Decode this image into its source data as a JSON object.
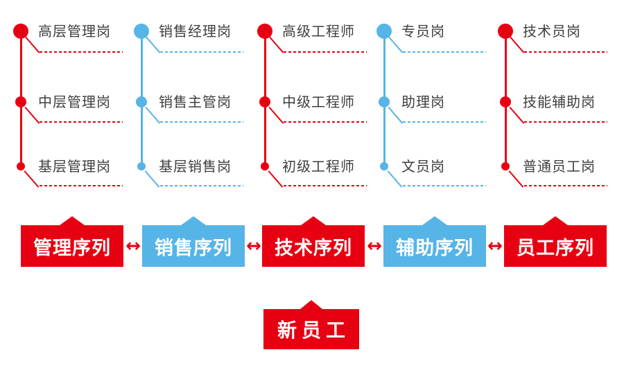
{
  "colors": {
    "red": "#e60012",
    "blue": "#56b4e6",
    "text": "#3e3e3e"
  },
  "columns": [
    {
      "color": "red",
      "series_label": "管理序列",
      "items": [
        "高层管理岗",
        "中层管理岗",
        "基层管理岗"
      ]
    },
    {
      "color": "blue",
      "series_label": "销售序列",
      "items": [
        "销售经理岗",
        "销售主管岗",
        "基层销售岗"
      ]
    },
    {
      "color": "red",
      "series_label": "技术序列",
      "items": [
        "高级工程师",
        "中级工程师",
        "初级工程师"
      ]
    },
    {
      "color": "blue",
      "series_label": "辅助序列",
      "items": [
        "专员岗",
        "助理岗",
        "文员岗"
      ]
    },
    {
      "color": "red",
      "series_label": "员工序列",
      "items": [
        "技术员岗",
        "技能辅助岗",
        "普通员工岗"
      ]
    }
  ],
  "arrow": "↔",
  "root_label": "新员工"
}
